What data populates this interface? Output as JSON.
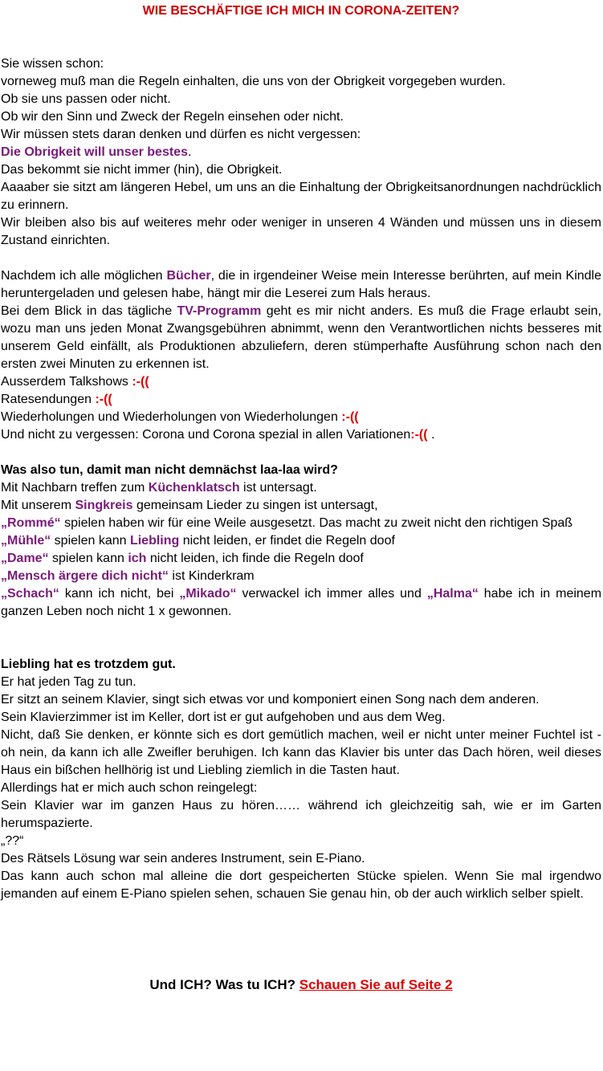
{
  "title": "WIE BESCHÄFTIGE ICH MICH IN CORONA-ZEITEN?",
  "colors": {
    "title": "#cc0000",
    "highlight": "#7a1a7a",
    "emoticon": "#e00000",
    "link": "#e00000"
  },
  "section1": {
    "l1": "Sie wissen schon:",
    "l2": "vorneweg muß man die Regeln einhalten, die uns von der Obrigkeit vorgegeben wurden.",
    "l3": "Ob sie uns passen oder nicht.",
    "l4": "Ob wir den Sinn und Zweck der Regeln einsehen oder nicht.",
    "l5": "Wir müssen stets daran denken und dürfen es nicht vergessen:",
    "l6_hl": "Die Obrigkeit will unser bestes",
    "l6_tail": ".",
    "l7": "Das bekommt sie nicht immer (hin), die Obrigkeit.",
    "l8": "Aaaaber sie sitzt am längeren Hebel, um uns an die Einhaltung der Obrigkeitsanordnungen nachdrücklich zu erinnern.",
    "l9": "Wir bleiben also bis auf weiteres mehr oder weniger in unseren 4 Wänden und müssen uns in diesem Zustand einrichten."
  },
  "section2": {
    "p1_a": "Nachdem ich alle möglichen ",
    "p1_hl": "Bücher",
    "p1_b": ", die in irgendeiner Weise mein Interesse berührten, auf mein Kindle heruntergeladen und gelesen habe, hängt mir die Leserei zum Hals heraus.",
    "p2_a": "Bei dem Blick in das tägliche ",
    "p2_hl": "TV-Programm",
    "p2_b": " geht es mir nicht anders. Es muß die Frage erlaubt sein, wozu man uns jeden Monat Zwangsgebühren abnimmt, wenn den Verantwortlichen nichts besseres mit unserem Geld einfällt, als Produktionen abzuliefern, deren stümperhafte Ausführung schon nach den ersten zwei Minuten zu erkennen ist.",
    "p3_a": "Ausserdem Talkshows ",
    "p3_emo": ":-((",
    "p4_a": "Ratesendungen ",
    "p4_emo": ":-((",
    "p5_a": "Wiederholungen und Wiederholungen von Wiederholungen ",
    "p5_emo": ":-((",
    "p6_a": "Und nicht zu vergessen: Corona und Corona spezial in allen Variationen",
    "p6_emo": ":-((",
    "p6_b": " ."
  },
  "section3": {
    "heading": "Was also tun, damit man nicht demnächst laa-laa wird?",
    "l1_a": "Mit Nachbarn treffen zum ",
    "l1_hl": "Küchenklatsch",
    "l1_b": " ist untersagt.",
    "l2_a": "Mit unserem ",
    "l2_hl": "Singkreis",
    "l2_b": " gemeinsam Lieder zu singen ist untersagt,",
    "l3_hl": "„Rommé“",
    "l3_b": " spielen haben wir für eine Weile ausgesetzt. Das macht zu zweit nicht den richtigen Spaß",
    "l4_hl": "„Mühle“",
    "l4_a": " spielen kann ",
    "l4_hl2": "Liebling",
    "l4_b": " nicht leiden, er findet die Regeln doof",
    "l5_hl": "„Dame“",
    "l5_a": " spielen kann ",
    "l5_hl2": "ich",
    "l5_b": " nicht leiden, ich finde die Regeln doof",
    "l6_hl": "„Mensch ärgere dich nicht“",
    "l6_b": " ist Kinderkram",
    "l7_hl": "„Schach“",
    "l7_a": " kann ich nicht, bei ",
    "l7_hl2": "„Mikado“",
    "l7_b": " verwackel ich immer alles und ",
    "l7_hl3": "„Halma“",
    "l7_c": " habe ich in meinem ganzen Leben noch nicht 1 x gewonnen."
  },
  "section4": {
    "heading": "Liebling hat es trotzdem gut.",
    "l1": "Er hat jeden Tag zu tun.",
    "l2": "Er sitzt an seinem Klavier, singt sich etwas vor und komponiert einen Song nach dem anderen.",
    "l3": "Sein Klavierzimmer ist im Keller, dort ist er gut aufgehoben und aus dem Weg.",
    "l4": "Nicht, daß Sie denken, er könnte sich es dort gemütlich machen, weil er nicht unter meiner Fuchtel ist - oh nein, da kann ich alle Zweifler beruhigen. Ich kann das Klavier bis unter das Dach hören, weil dieses Haus ein bißchen hellhörig ist und Liebling ziemlich in die Tasten haut.",
    "l5": "Allerdings hat er mich auch schon reingelegt:",
    "l6": "Sein Klavier war im ganzen Haus zu hören…… während ich gleichzeitig sah, wie er im Garten herumspazierte.",
    "l7": "„??“",
    "l8": "Des Rätsels Lösung war sein anderes Instrument, sein E-Piano.",
    "l9": "Das kann auch schon mal alleine die dort gespeicherten Stücke spielen. Wenn Sie mal irgendwo jemanden auf einem E-Piano spielen sehen, schauen Sie genau hin, ob der auch wirklich selber spielt."
  },
  "footer": {
    "text": "Und ICH? Was tu ICH? ",
    "link": "Schauen Sie auf Seite 2"
  }
}
